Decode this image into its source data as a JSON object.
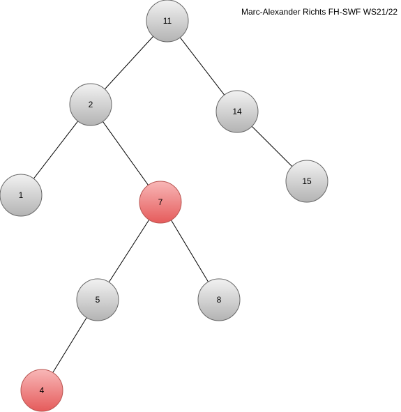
{
  "author": "Marc-Alexander Richts FH-SWF WS21/22",
  "colors": {
    "black_node": "gray-gradient",
    "red_node": "red-gradient",
    "edge": "#000000"
  },
  "tree": {
    "nodes": [
      {
        "id": "n11",
        "key": "11",
        "color": "black"
      },
      {
        "id": "n2",
        "key": "2",
        "color": "black"
      },
      {
        "id": "n14",
        "key": "14",
        "color": "black"
      },
      {
        "id": "n1",
        "key": "1",
        "color": "black"
      },
      {
        "id": "n7",
        "key": "7",
        "color": "red"
      },
      {
        "id": "n15",
        "key": "15",
        "color": "black"
      },
      {
        "id": "n5",
        "key": "5",
        "color": "black"
      },
      {
        "id": "n8",
        "key": "8",
        "color": "black"
      },
      {
        "id": "n4",
        "key": "4",
        "color": "red"
      }
    ],
    "edges": [
      {
        "from": "n11",
        "to": "n2"
      },
      {
        "from": "n11",
        "to": "n14"
      },
      {
        "from": "n2",
        "to": "n1"
      },
      {
        "from": "n2",
        "to": "n7"
      },
      {
        "from": "n14",
        "to": "n15"
      },
      {
        "from": "n7",
        "to": "n5"
      },
      {
        "from": "n7",
        "to": "n8"
      },
      {
        "from": "n5",
        "to": "n4"
      }
    ]
  }
}
